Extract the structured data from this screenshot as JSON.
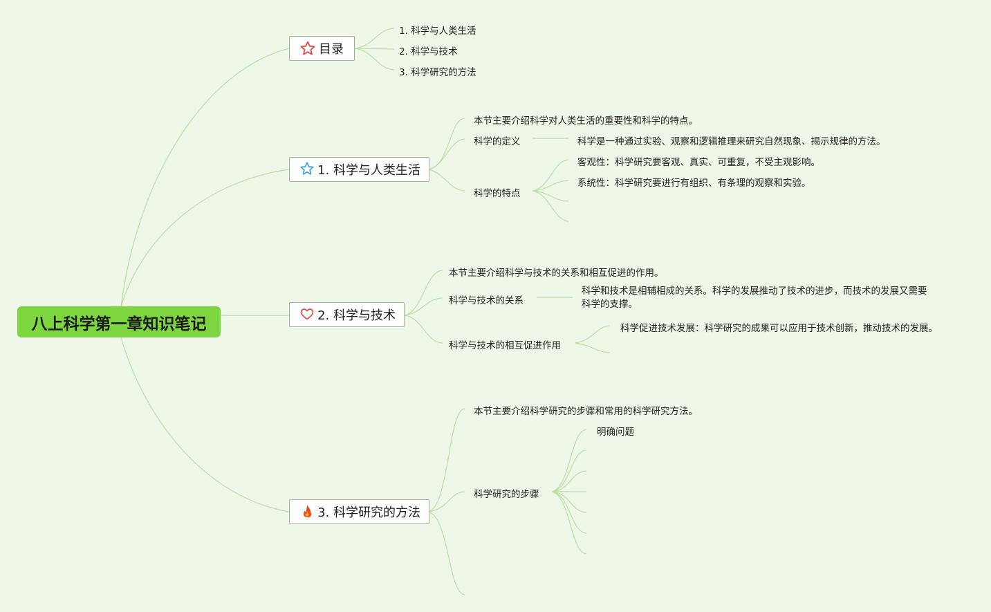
{
  "root": {
    "title": "八上科学第一章知识笔记"
  },
  "toc": {
    "label": "目录",
    "icon": "star-outline-icon",
    "items": [
      "1. 科学与人类生活",
      "2. 科学与技术",
      "3. 科学研究的方法"
    ]
  },
  "section1": {
    "label": "1. 科学与人类生活",
    "icon": "star-blue-icon",
    "intro": "本节主要介绍科学对人类生活的重要性和科学的特点。",
    "definition": {
      "label": "科学的定义",
      "text": "科学是一种通过实验、观察和逻辑推理来研究自然现象、揭示规律的方法。"
    },
    "features": {
      "label": "科学的特点",
      "items": [
        "客观性：科学研究要客观、真实、可重复，不受主观影响。",
        "系统性：科学研究要进行有组织、有条理的观察和实验。"
      ]
    }
  },
  "section2": {
    "label": "2. 科学与技术",
    "icon": "heart-outline-icon",
    "intro": "本节主要介绍科学与技术的关系和相互促进的作用。",
    "relation": {
      "label": "科学与技术的关系",
      "text": "科学和技术是相辅相成的关系。科学的发展推动了技术的进步，而技术的发展又需要科学的支撑。"
    },
    "mutual": {
      "label": "科学与技术的相互促进作用",
      "text": "科学促进技术发展：科学研究的成果可以应用于技术创新，推动技术的发展。"
    }
  },
  "section3": {
    "label": "3. 科学研究的方法",
    "icon": "fire-icon",
    "intro": "本节主要介绍科学研究的步骤和常用的科学研究方法。",
    "steps": {
      "label": "科学研究的步骤",
      "first": "明确问题"
    }
  },
  "colors": {
    "background": "#eef7e8",
    "root": "#7dd63f",
    "line": "#b9e0a3",
    "star_red": "#e04848",
    "star_blue": "#3a9fd8",
    "heart": "#e04848",
    "fire": "#f04a1a"
  }
}
